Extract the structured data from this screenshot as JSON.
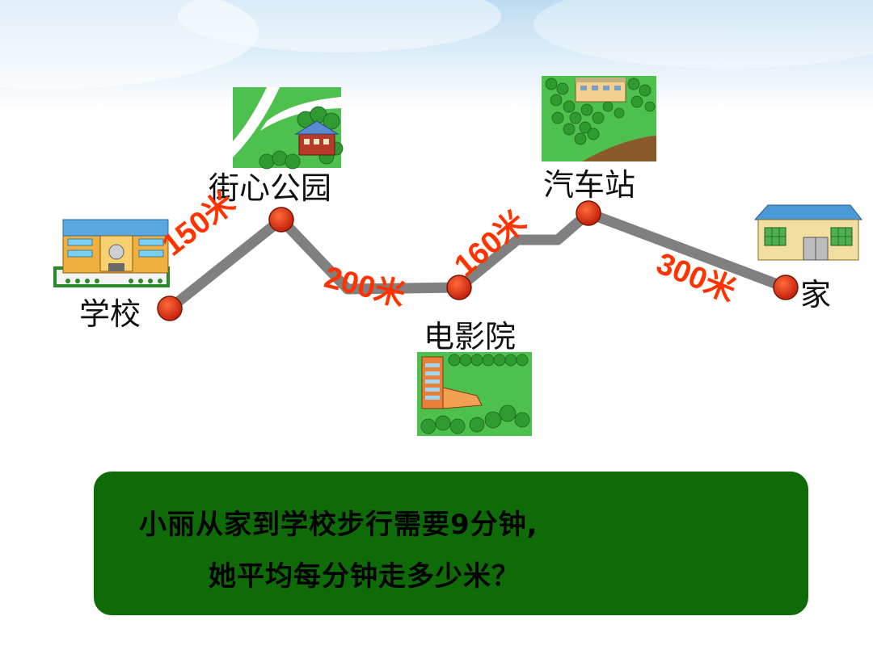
{
  "colors": {
    "route": "#808080",
    "node": "#d62a0a",
    "distance_text": "#ff3300",
    "question_box": "#0e6b08",
    "sky": "#cfe6f7"
  },
  "places": {
    "school": "学校",
    "park": "街心公园",
    "cinema": "电影院",
    "station": "汽车站",
    "home": "家"
  },
  "distances": {
    "school_park": "150米",
    "park_cinema": "200米",
    "cinema_station": "160米",
    "station_home": "300米"
  },
  "question": {
    "line1": "小丽从家到学校步行需要9分钟,",
    "line2": "她平均每分钟走多少米？"
  }
}
